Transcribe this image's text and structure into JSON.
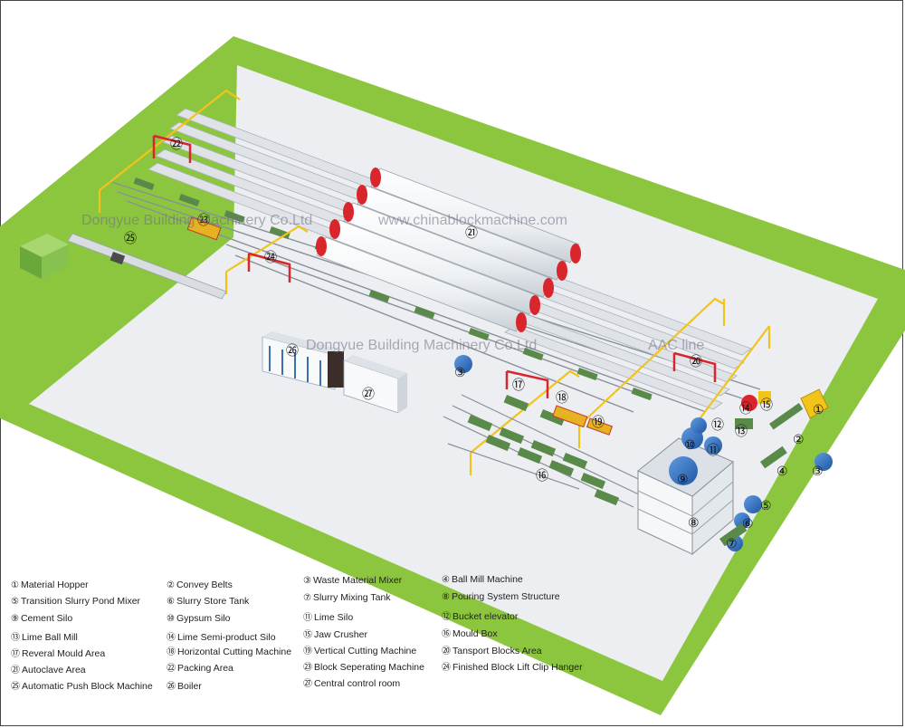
{
  "watermarks": {
    "line1_company": "Dongyue Building Machinery Co.Ltd",
    "line1_url": "www.chinablockmachine.com",
    "line2_company": "Dongyue Building Machinery Co.Ltd",
    "line2_tag": "AAC line"
  },
  "markers": {
    "m1": "①",
    "m2": "②",
    "m3a": "③",
    "m3b": "③",
    "m4": "④",
    "m5": "⑤",
    "m6": "⑥",
    "m7": "⑦",
    "m8": "⑧",
    "m9": "⑨",
    "m10": "⑩",
    "m11": "⑪",
    "m12": "⑫",
    "m13": "⑬",
    "m14": "⑭",
    "m15": "⑮",
    "m16": "⑯",
    "m17": "⑰",
    "m18": "⑱",
    "m19": "⑲",
    "m20": "⑳",
    "m21": "㉑",
    "m22": "㉒",
    "m23": "㉓",
    "m24": "㉔",
    "m25": "㉕",
    "m26": "㉖",
    "m27": "㉗"
  },
  "legend": {
    "col1": [
      {
        "num": "①",
        "label": "Material Hopper"
      },
      {
        "num": "⑤",
        "label": "Transition Slurry Pond Mixer"
      },
      {
        "num": "⑨",
        "label": "Cement Silo"
      },
      {
        "num": "⑬",
        "label": "Lime Ball Mill"
      },
      {
        "num": "⑰",
        "label": "Reveral Mould Area"
      },
      {
        "num": "㉑",
        "label": "Autoclave Area"
      },
      {
        "num": "㉕",
        "label": "Automatic Push Block Machine"
      }
    ],
    "col2": [
      {
        "num": "②",
        "label": "Convey Belts"
      },
      {
        "num": "⑥",
        "label": "Slurry Store Tank"
      },
      {
        "num": "⑩",
        "label": "Gypsum Silo"
      },
      {
        "num": "⑭",
        "label": "Lime Semi-product Silo"
      },
      {
        "num": "⑱",
        "label": "Horizontal Cutting Machine"
      },
      {
        "num": "㉒",
        "label": "Packing Area"
      },
      {
        "num": "㉖",
        "label": "Boiler"
      }
    ],
    "col3": [
      {
        "num": "③",
        "label": "Waste Material Mixer"
      },
      {
        "num": "⑦",
        "label": "Slurry Mixing Tank"
      },
      {
        "num": "⑪",
        "label": "Lime Silo"
      },
      {
        "num": "⑮",
        "label": "Jaw Crusher"
      },
      {
        "num": "⑲",
        "label": "Vertical Cutting Machine"
      },
      {
        "num": "㉓",
        "label": "Block Seperating Machine"
      },
      {
        "num": "㉗",
        "label": "Central control room"
      }
    ],
    "col4": [
      {
        "num": "④",
        "label": "Ball Mill Machine"
      },
      {
        "num": "⑧",
        "label": "Pouring System Structure"
      },
      {
        "num": "⑫",
        "label": "Bucket elevator"
      },
      {
        "num": "⑯",
        "label": "Mould Box"
      },
      {
        "num": "⑳",
        "label": "Tansport Blocks Area"
      },
      {
        "num": "㉔",
        "label": "Finished Block Lift Clip Hanger"
      }
    ]
  },
  "colors": {
    "grass": "#8cc63f",
    "floor": "#eaedf0",
    "autoclave": "#f4f6f8",
    "autoclave_band": "#b0413e",
    "steel_yellow": "#f2c41a",
    "crane_red": "#d8262c",
    "mould_green": "#5a8a4a",
    "silo_blue": "#2f6fc1",
    "building_white": "#f7f9fb",
    "building_blue_stripe": "#3a6fb0"
  }
}
